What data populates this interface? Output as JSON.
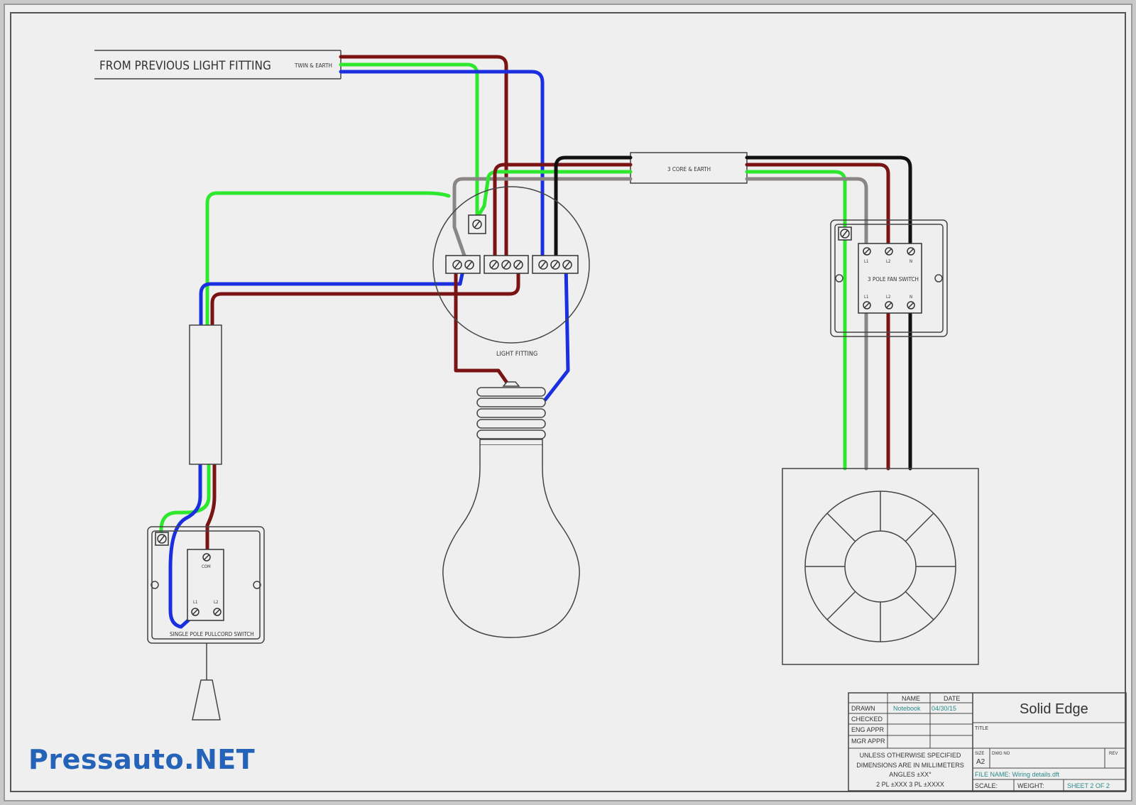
{
  "colors": {
    "live_brown": "#7a1414",
    "neutral_blue": "#1a2fe0",
    "earth_green": "#2ee82e",
    "black": "#111111",
    "grey": "#8a8684",
    "watermark": "#2563b8"
  },
  "labels": {
    "from_previous": "FROM PREVIOUS LIGHT FITTING",
    "twin_earth": "TWIN & EARTH",
    "three_core": "3 CORE & EARTH",
    "light_fitting": "LIGHT FITTING",
    "fan_switch": "3 POLE FAN SWITCH",
    "pullcord_switch": "SINGLE POLE PULLCORD SWITCH",
    "com": "COM",
    "l1": "L1",
    "l2": "L2",
    "n": "N"
  },
  "title_block": {
    "col_name": "NAME",
    "col_date": "DATE",
    "rows": [
      "DRAWN",
      "CHECKED",
      "ENG APPR",
      "MGR APPR"
    ],
    "drawn_name": "Notebook",
    "drawn_date": "04/30/15",
    "company": "Solid Edge",
    "title_label": "TITLE",
    "note_1": "UNLESS OTHERWISE SPECIFIED",
    "note_2": "DIMENSIONS ARE IN MILLIMETERS",
    "note_3": "ANGLES ±XX°",
    "note_4": "2 PL ±XXX 3 PL ±XXXX",
    "size_label": "SIZE",
    "size_value": "A2",
    "dwg_no_label": "DWG NO",
    "rev_label": "REV",
    "file_name": "FILE NAME: Wiring details.dft",
    "scale_label": "SCALE:",
    "weight_label": "WEIGHT:",
    "sheet": "SHEET 2 OF 2"
  },
  "watermark": "Pressauto.NET"
}
